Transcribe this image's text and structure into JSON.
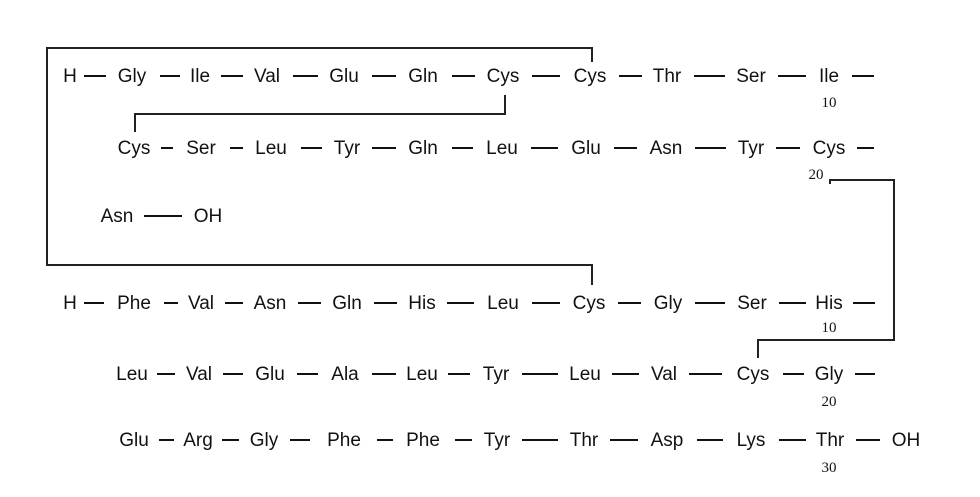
{
  "chainA": {
    "rows": [
      [
        "H",
        "Gly",
        "Ile",
        "Val",
        "Glu",
        "Gln",
        "Cys",
        "Cys",
        "Thr",
        "Ser",
        "Ile"
      ],
      [
        "Cys",
        "Ser",
        "Leu",
        "Tyr",
        "Gln",
        "Leu",
        "Glu",
        "Asn",
        "Tyr",
        "Cys"
      ],
      [
        "Asn",
        "OH"
      ]
    ],
    "numbers": [
      "10",
      "20"
    ]
  },
  "chainB": {
    "rows": [
      [
        "H",
        "Phe",
        "Val",
        "Asn",
        "Gln",
        "His",
        "Leu",
        "Cys",
        "Gly",
        "Ser",
        "His"
      ],
      [
        "Leu",
        "Val",
        "Glu",
        "Ala",
        "Leu",
        "Tyr",
        "Leu",
        "Val",
        "Cys",
        "Gly"
      ],
      [
        "Glu",
        "Arg",
        "Gly",
        "Phe",
        "Phe",
        "Tyr",
        "Thr",
        "Asp",
        "Lys",
        "Thr",
        "OH"
      ]
    ],
    "numbers": [
      "10",
      "20",
      "30"
    ]
  }
}
